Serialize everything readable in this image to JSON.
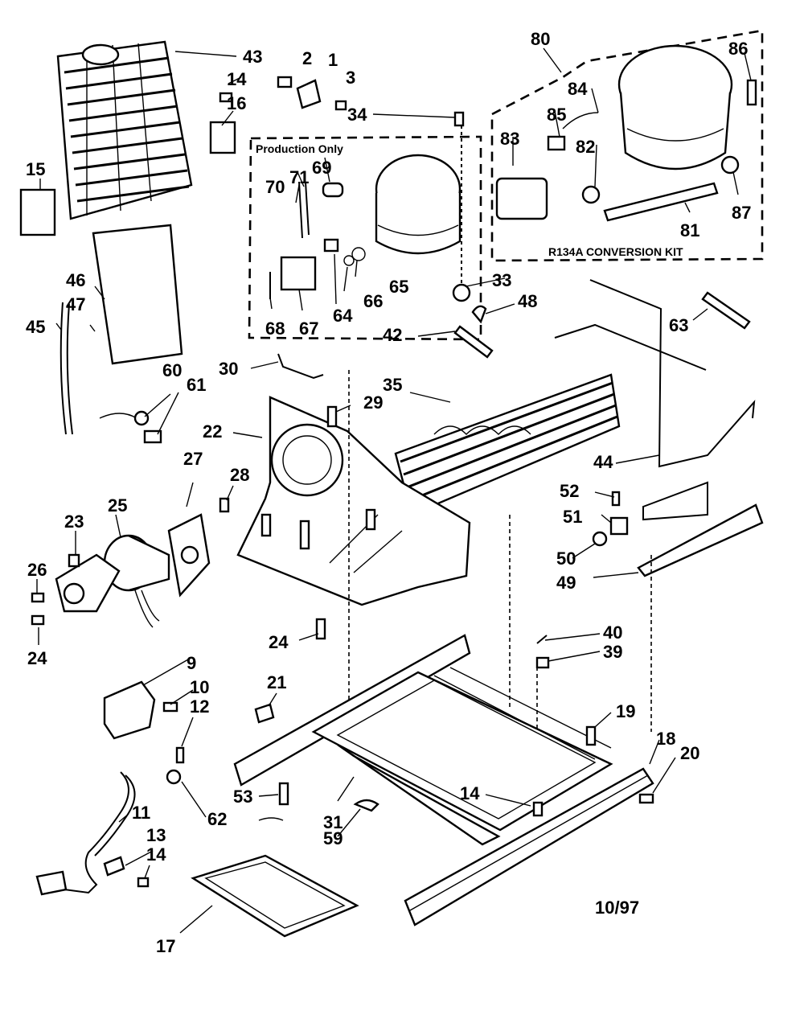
{
  "box_production_title": "Production Only",
  "box_kit_title": "R134A CONVERSION KIT",
  "date_code": "10/97",
  "callouts": [
    "43",
    "2",
    "1",
    "3",
    "14",
    "16",
    "15",
    "46",
    "47",
    "45",
    "34",
    "69",
    "71",
    "70",
    "33",
    "48",
    "42",
    "35",
    "44",
    "63",
    "30",
    "29",
    "22",
    "60",
    "61",
    "27",
    "28",
    "23",
    "25",
    "26",
    "24",
    "24",
    "9",
    "10",
    "12",
    "21",
    "62",
    "11",
    "13",
    "14",
    "17",
    "53",
    "31",
    "59",
    "14",
    "19",
    "18",
    "20",
    "40",
    "39",
    "52",
    "51",
    "50",
    "49",
    "80",
    "86",
    "84",
    "85",
    "83",
    "82",
    "81",
    "87",
    "65",
    "66",
    "64",
    "68",
    "67"
  ]
}
